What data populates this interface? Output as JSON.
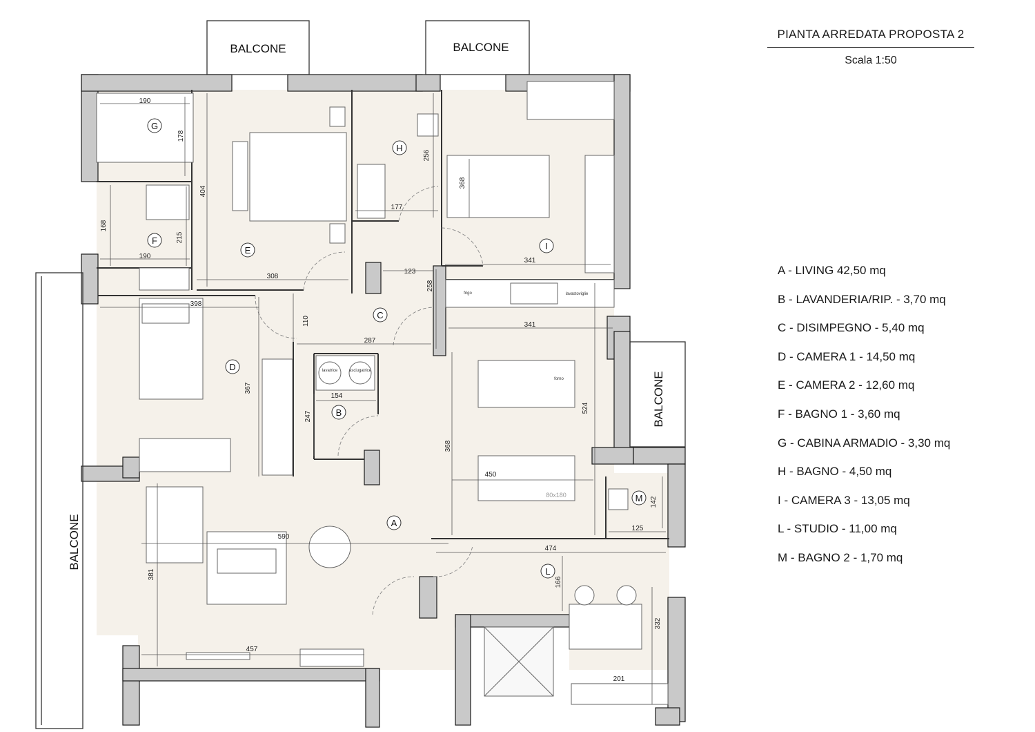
{
  "title": "PIANTA ARREDATA PROPOSTA 2",
  "scale": "Scala 1:50",
  "balconies": [
    "BALCONE",
    "BALCONE",
    "BALCONE",
    "BALCONE"
  ],
  "room_markers": [
    "A",
    "B",
    "C",
    "D",
    "E",
    "F",
    "G",
    "H",
    "I",
    "L",
    "M"
  ],
  "legend": [
    "A - LIVING 42,50 mq",
    "B - LAVANDERIA/RIP. - 3,70 mq",
    "C - DISIMPEGNO - 5,40 mq",
    "D - CAMERA 1 - 14,50 mq",
    "E - CAMERA 2 - 12,60 mq",
    "F - BAGNO 1 - 3,60 mq",
    "G - CABINA ARMADIO - 3,30 mq",
    "H - BAGNO - 4,50 mq",
    "I - CAMERA 3 - 13,05 mq",
    "L - STUDIO - 11,00 mq",
    "M - BAGNO 2 - 1,70 mq"
  ],
  "dimensions": [
    "190",
    "178",
    "404",
    "168",
    "215",
    "190",
    "308",
    "398",
    "110",
    "287",
    "123",
    "258",
    "256",
    "177",
    "368",
    "341",
    "341",
    "367",
    "247",
    "154",
    "368",
    "524",
    "450",
    "590",
    "381",
    "457",
    "474",
    "166",
    "125",
    "142",
    "332",
    "201"
  ],
  "appliance_labels": {
    "fridge": "frigo",
    "dishwasher": "lavastoviglie",
    "washer": "lavatrice",
    "dryer": "asciugatrice",
    "oven": "forno",
    "table_size": "80x180"
  }
}
